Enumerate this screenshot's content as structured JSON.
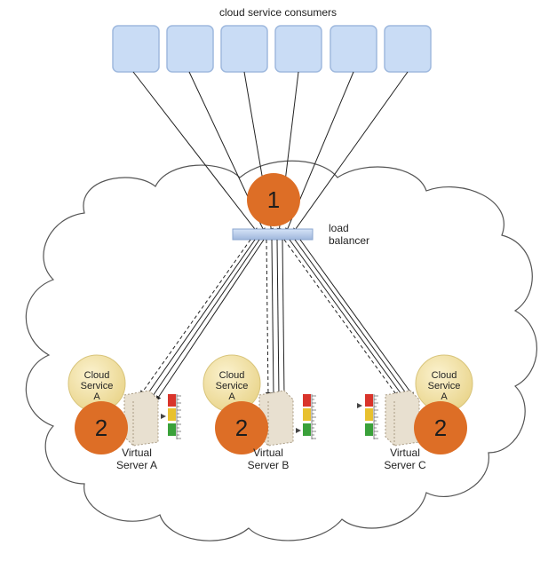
{
  "diagram": {
    "title": "cloud service consumers",
    "load_balancer_label": "load\nbalancer",
    "consumer_count": 6,
    "badge_top": "1",
    "servers": [
      {
        "service_label": "Cloud\nService\nA",
        "badge": "2",
        "server_label": "Virtual\nServer A"
      },
      {
        "service_label": "Cloud\nService\nA",
        "badge": "2",
        "server_label": "Virtual\nServer B"
      },
      {
        "service_label": "Cloud\nService\nA",
        "badge": "2",
        "server_label": "Virtual\nServer C"
      }
    ],
    "colors": {
      "consumer_fill": "#c9dcf5",
      "consumer_stroke": "#9fb9de",
      "badge_fill": "#dd6e26",
      "service_fill": "#f2e3a4",
      "cloud_stroke": "#555555",
      "gauge_red": "#d9342b",
      "gauge_yellow": "#e8c12f",
      "gauge_green": "#3aa13a"
    }
  }
}
